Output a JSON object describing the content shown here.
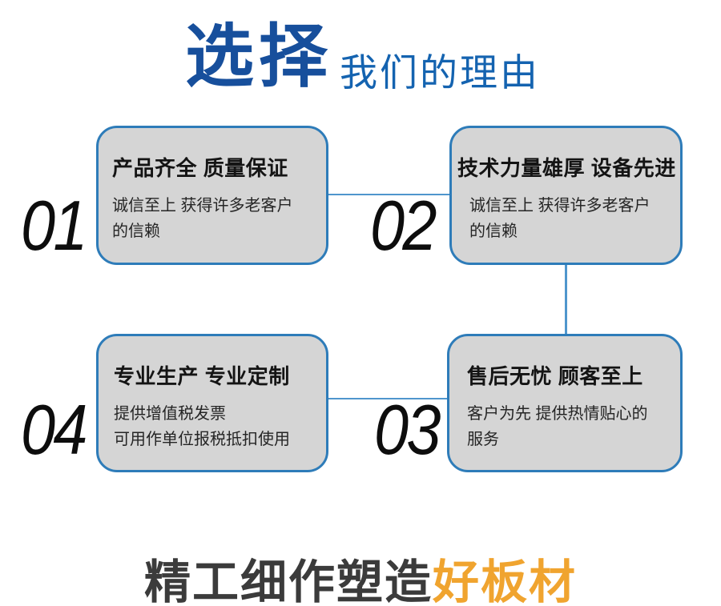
{
  "header": {
    "title_accent": "选择",
    "title_rest": "我们的理由"
  },
  "cards": [
    {
      "number": "01",
      "title": "产品齐全 质量保证",
      "desc": "诚信至上 获得许多老客户\n的信赖"
    },
    {
      "number": "02",
      "title": "技术力量雄厚 设备先进",
      "desc": "诚信至上 获得许多老客户\n的信赖"
    },
    {
      "number": "03",
      "title": "售后无忧 顾客至上",
      "desc": "客户为先 提供热情贴心的\n服务"
    },
    {
      "number": "04",
      "title": "专业生产 专业定制",
      "desc": "提供增值税发票\n可用作单位报税抵扣使用"
    }
  ],
  "footer": {
    "text_dark": "精工细作塑造",
    "text_accent": "好板材"
  },
  "colors": {
    "title_accent_blue": "#174f9c",
    "title_rest_blue": "#1463b0",
    "card_border_blue": "#2e7cb9",
    "connector_blue": "#4f96cd",
    "card_background_gray": "#d5d5d5",
    "footer_dark": "#3b3b3b",
    "footer_orange": "#f0a42f",
    "number_black": "#0d0d0d"
  }
}
